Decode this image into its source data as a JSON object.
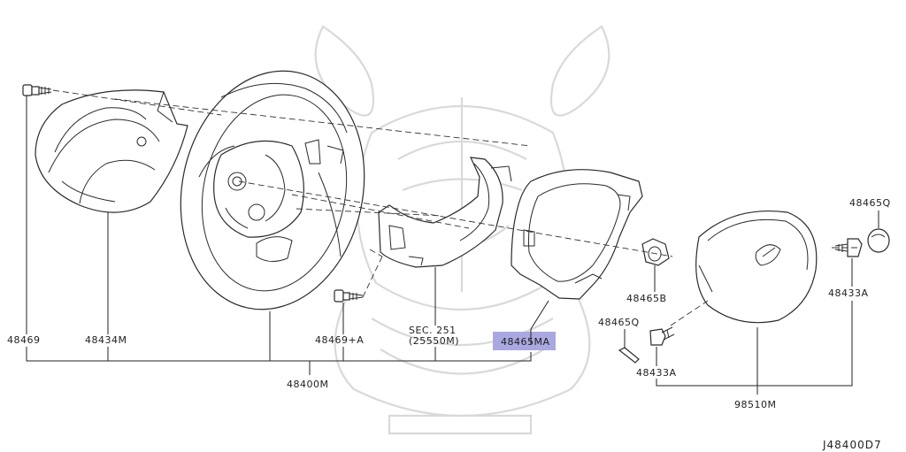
{
  "diagram_code": "J48400D7",
  "highlight_color": "#a9a8e0",
  "labels": {
    "p48469": "48469",
    "p48434m": "48434M",
    "p48469a": "48469+A",
    "sec251": "SEC. 251",
    "sec251_ref": "(25550M)",
    "p48465ma": "48465MA",
    "p48465q_top": "48465Q",
    "p48465b": "48465B",
    "p48465q_mid": "48465Q",
    "p48433a_right": "48433A",
    "p48433a_mid": "48433A",
    "p48400m": "48400M",
    "p98510m": "98510M"
  }
}
